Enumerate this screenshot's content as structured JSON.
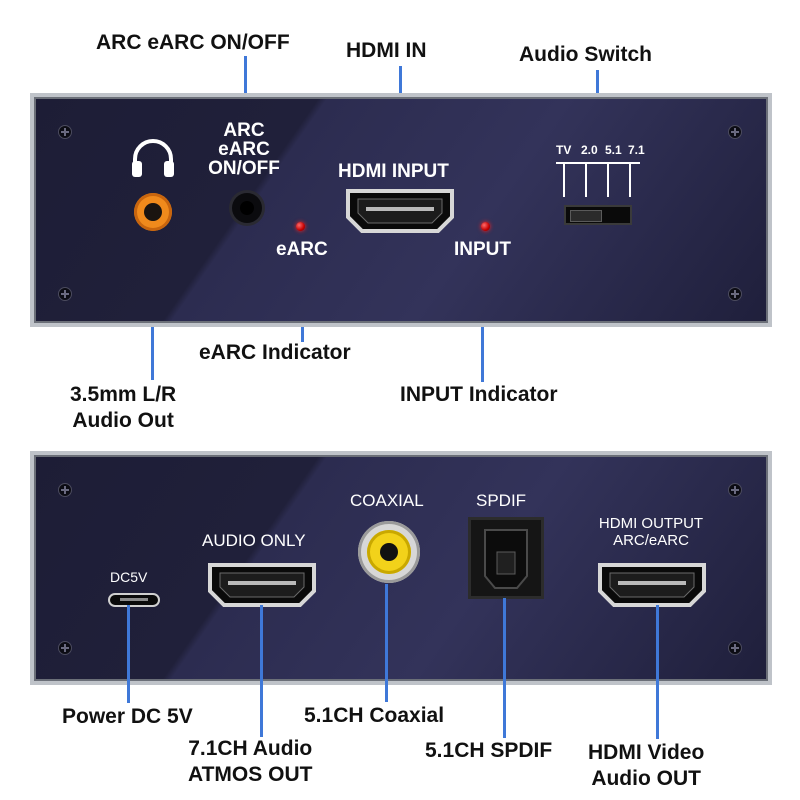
{
  "callouts": {
    "arc_earc_onoff": "ARC eARC ON/OFF",
    "hdmi_in": "HDMI IN",
    "audio_switch": "Audio Switch",
    "earc_indicator": "eARC Indicator",
    "audio_out_line1": "3.5mm  L/R",
    "audio_out_line2": "Audio Out",
    "input_indicator": "INPUT Indicator",
    "power": "Power DC 5V",
    "coaxial_out": "5.1CH Coaxial",
    "atmos_line1": "7.1CH Audio",
    "atmos_line2": "ATMOS OUT",
    "spdif_out": "5.1CH SPDIF",
    "hdmi_video_line1": "HDMI Video",
    "hdmi_video_line2": "Audio OUT"
  },
  "top_panel": {
    "arc_line1": "ARC",
    "arc_line2": "eARC",
    "arc_line3": "ON/OFF",
    "hdmi_input": "HDMI INPUT",
    "earc": "eARC",
    "input": "INPUT",
    "switch_tv": "TV",
    "switch_20": "2.0",
    "switch_51": "5.1",
    "switch_71": "7.1",
    "headphone_icon": "headphones-icon"
  },
  "bottom_panel": {
    "dc5v": "DC5V",
    "audio_only": "AUDIO ONLY",
    "coaxial": "COAXIAL",
    "spdif": "SPDIF",
    "hdmi_output_line1": "HDMI OUTPUT",
    "hdmi_output_line2": "ARC/eARC"
  },
  "colors": {
    "panel": "#22223e",
    "leader": "#3f78d8",
    "jack_orange": "#f08a1c",
    "coax_yellow": "#f2d21a",
    "led_red": "#e00000"
  }
}
